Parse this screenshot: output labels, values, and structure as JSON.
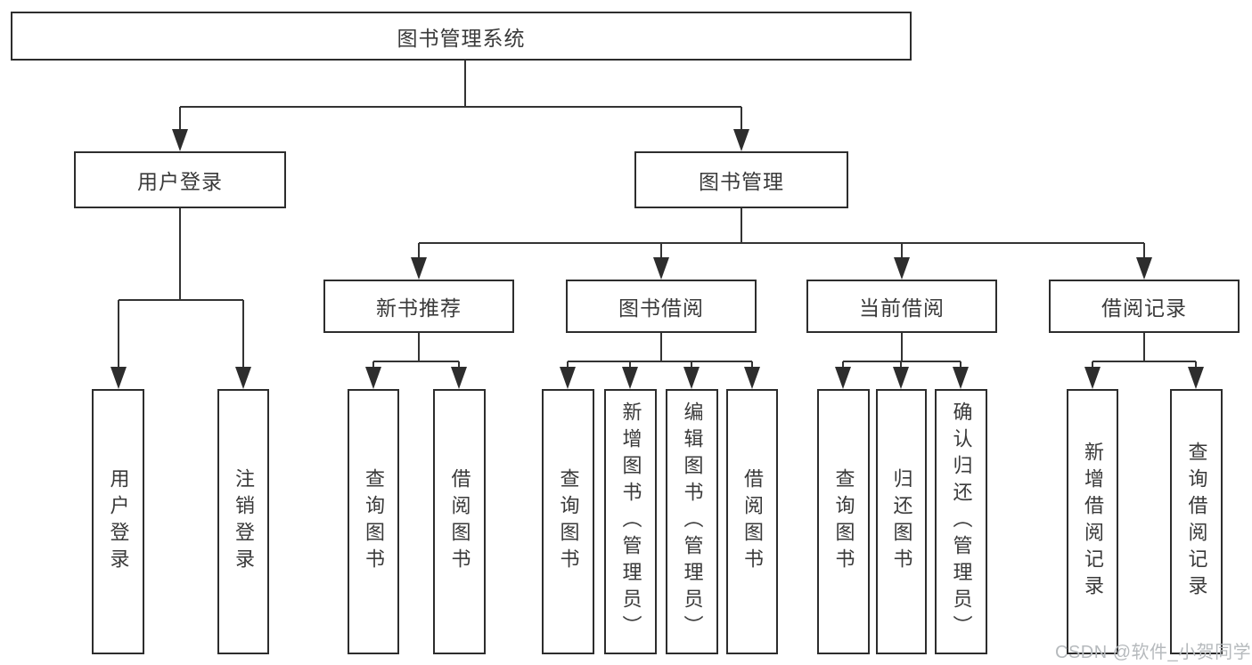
{
  "tree": {
    "label": "图书管理系统",
    "children": [
      {
        "label": "用户登录",
        "children": [
          {
            "label": "用户登录"
          },
          {
            "label": "注销登录"
          }
        ]
      },
      {
        "label": "图书管理",
        "children": [
          {
            "label": "新书推荐",
            "children": [
              {
                "label": "查询图书"
              },
              {
                "label": "借阅图书"
              }
            ]
          },
          {
            "label": "图书借阅",
            "children": [
              {
                "label": "查询图书"
              },
              {
                "label": "新增图书（管理员）"
              },
              {
                "label": "编辑图书（管理员）"
              },
              {
                "label": "借阅图书"
              }
            ]
          },
          {
            "label": "当前借阅",
            "children": [
              {
                "label": "查询图书"
              },
              {
                "label": "归还图书"
              },
              {
                "label": "确认归还（管理员）"
              }
            ]
          },
          {
            "label": "借阅记录",
            "children": [
              {
                "label": "新增借阅记录"
              },
              {
                "label": "查询借阅记录"
              }
            ]
          }
        ]
      }
    ]
  },
  "watermark": {
    "text": "CSDN @软件_小贺同学"
  },
  "colors": {
    "line": "#333333",
    "node_border": "#2d2d2d",
    "text": "#3a3a3a",
    "watermark": "#b6babd",
    "background": "#ffffff"
  }
}
